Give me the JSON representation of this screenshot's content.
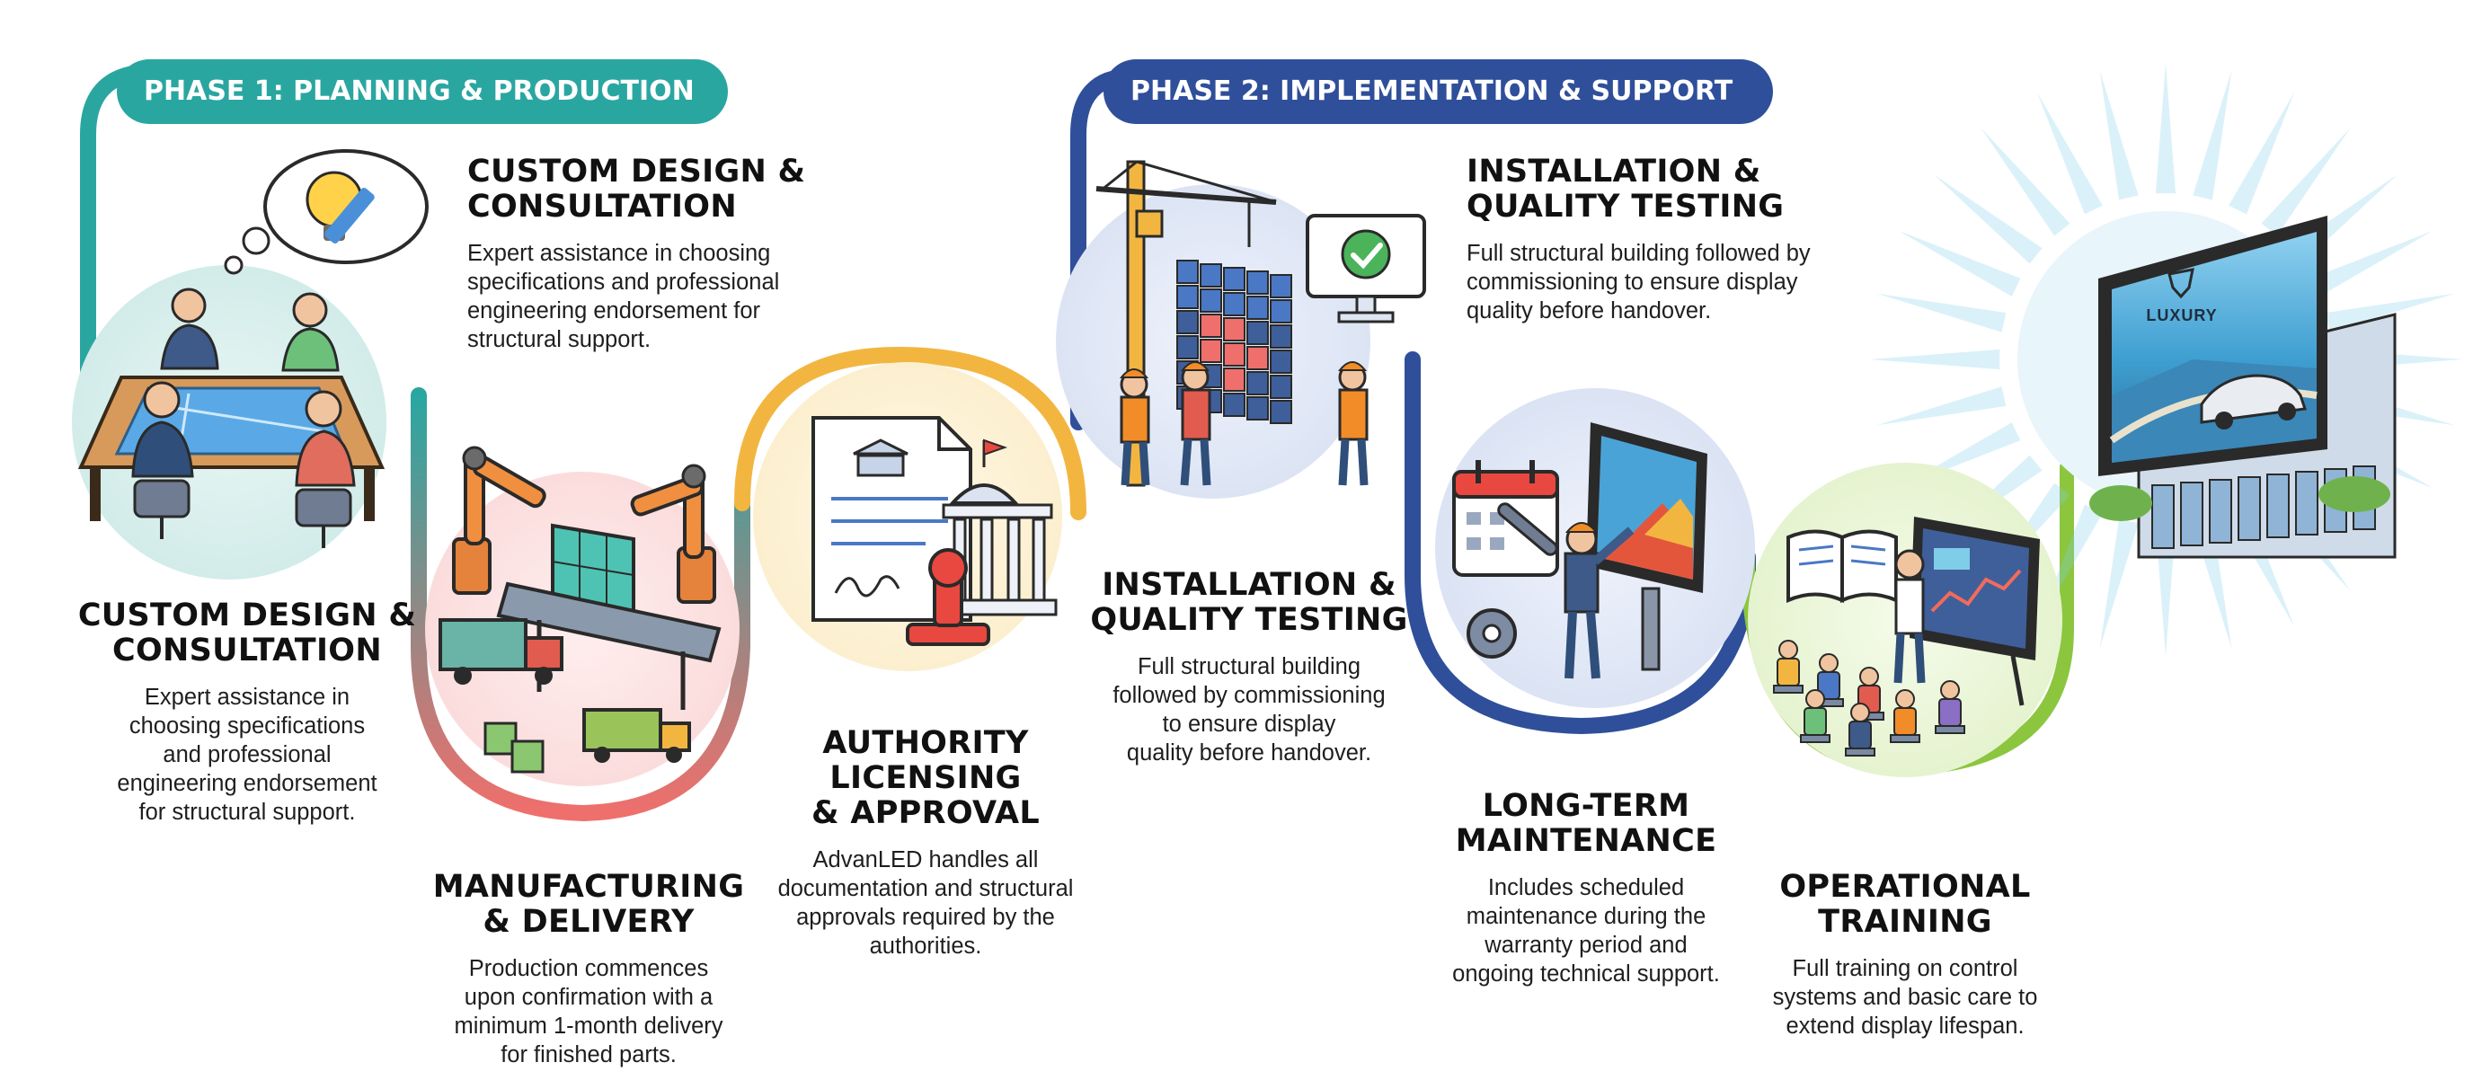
{
  "phases": [
    {
      "label": "PHASE 1: PLANNING & PRODUCTION",
      "color": "#2aa6a1"
    },
    {
      "label": "PHASE 2: IMPLEMENTATION & SUPPORT",
      "color": "#2f4f9a"
    }
  ],
  "steps": {
    "design_top": {
      "title_1": "CUSTOM DESIGN &",
      "title_2": "CONSULTATION",
      "desc_1": "Expert assistance in choosing",
      "desc_2": "specifications and professional",
      "desc_3": "engineering endorsement for",
      "desc_4": "structural support."
    },
    "design": {
      "title_1": "CUSTOM DESIGN &",
      "title_2": "CONSULTATION",
      "desc_1": "Expert assistance in",
      "desc_2": "choosing specifications",
      "desc_3": "and professional",
      "desc_4": "engineering endorsement",
      "desc_5": "for structural support."
    },
    "manufacturing": {
      "title_1": "MANUFACTURING",
      "title_2": "& DELIVERY",
      "desc_1": "Production commences",
      "desc_2": "upon confirmation with a",
      "desc_3": "minimum 1-month delivery",
      "desc_4": "for finished parts."
    },
    "licensing": {
      "title_1": "AUTHORITY",
      "title_2": "LICENSING",
      "title_3": "& APPROVAL",
      "desc_1": "AdvanLED handles all",
      "desc_2": "documentation and structural",
      "desc_3": "approvals required by the",
      "desc_4": "authorities."
    },
    "installation": {
      "title_1": "INSTALLATION &",
      "title_2": "QUALITY TESTING",
      "desc_1": "Full structural building",
      "desc_2": "followed by commissioning",
      "desc_3": "to ensure display",
      "desc_4": "quality before handover."
    },
    "installation_top": {
      "title_1": "INSTALLATION &",
      "title_2": "QUALITY TESTING",
      "desc_1": "Full structural building followed by",
      "desc_2": "commissioning to ensure display",
      "desc_3": "quality before handover."
    },
    "maintenance": {
      "title_1": "LONG-TERM",
      "title_2": "MAINTENANCE",
      "desc_1": "Includes scheduled",
      "desc_2": "maintenance during the",
      "desc_3": "warranty period and",
      "desc_4": "ongoing technical support."
    },
    "training": {
      "title_1": "OPERATIONAL",
      "title_2": "TRAINING",
      "desc_1": "Full training on control",
      "desc_2": "systems and basic care to",
      "desc_3": "extend display lifespan."
    }
  },
  "billboard": {
    "brand": "LUXURY"
  },
  "icons": {
    "design": "design-meeting-icon",
    "manufacturing": "factory-robot-icon",
    "licensing": "license-document-icon",
    "installation": "crane-install-icon",
    "maintenance": "maintenance-icon",
    "training": "training-class-icon",
    "result": "led-billboard-icon"
  },
  "colors": {
    "teal": "#2aa6a1",
    "coral": "#ef6f6c",
    "amber": "#f2b640",
    "navy": "#2f4f9a",
    "green": "#8cc63f",
    "sky": "#7fcde8"
  }
}
